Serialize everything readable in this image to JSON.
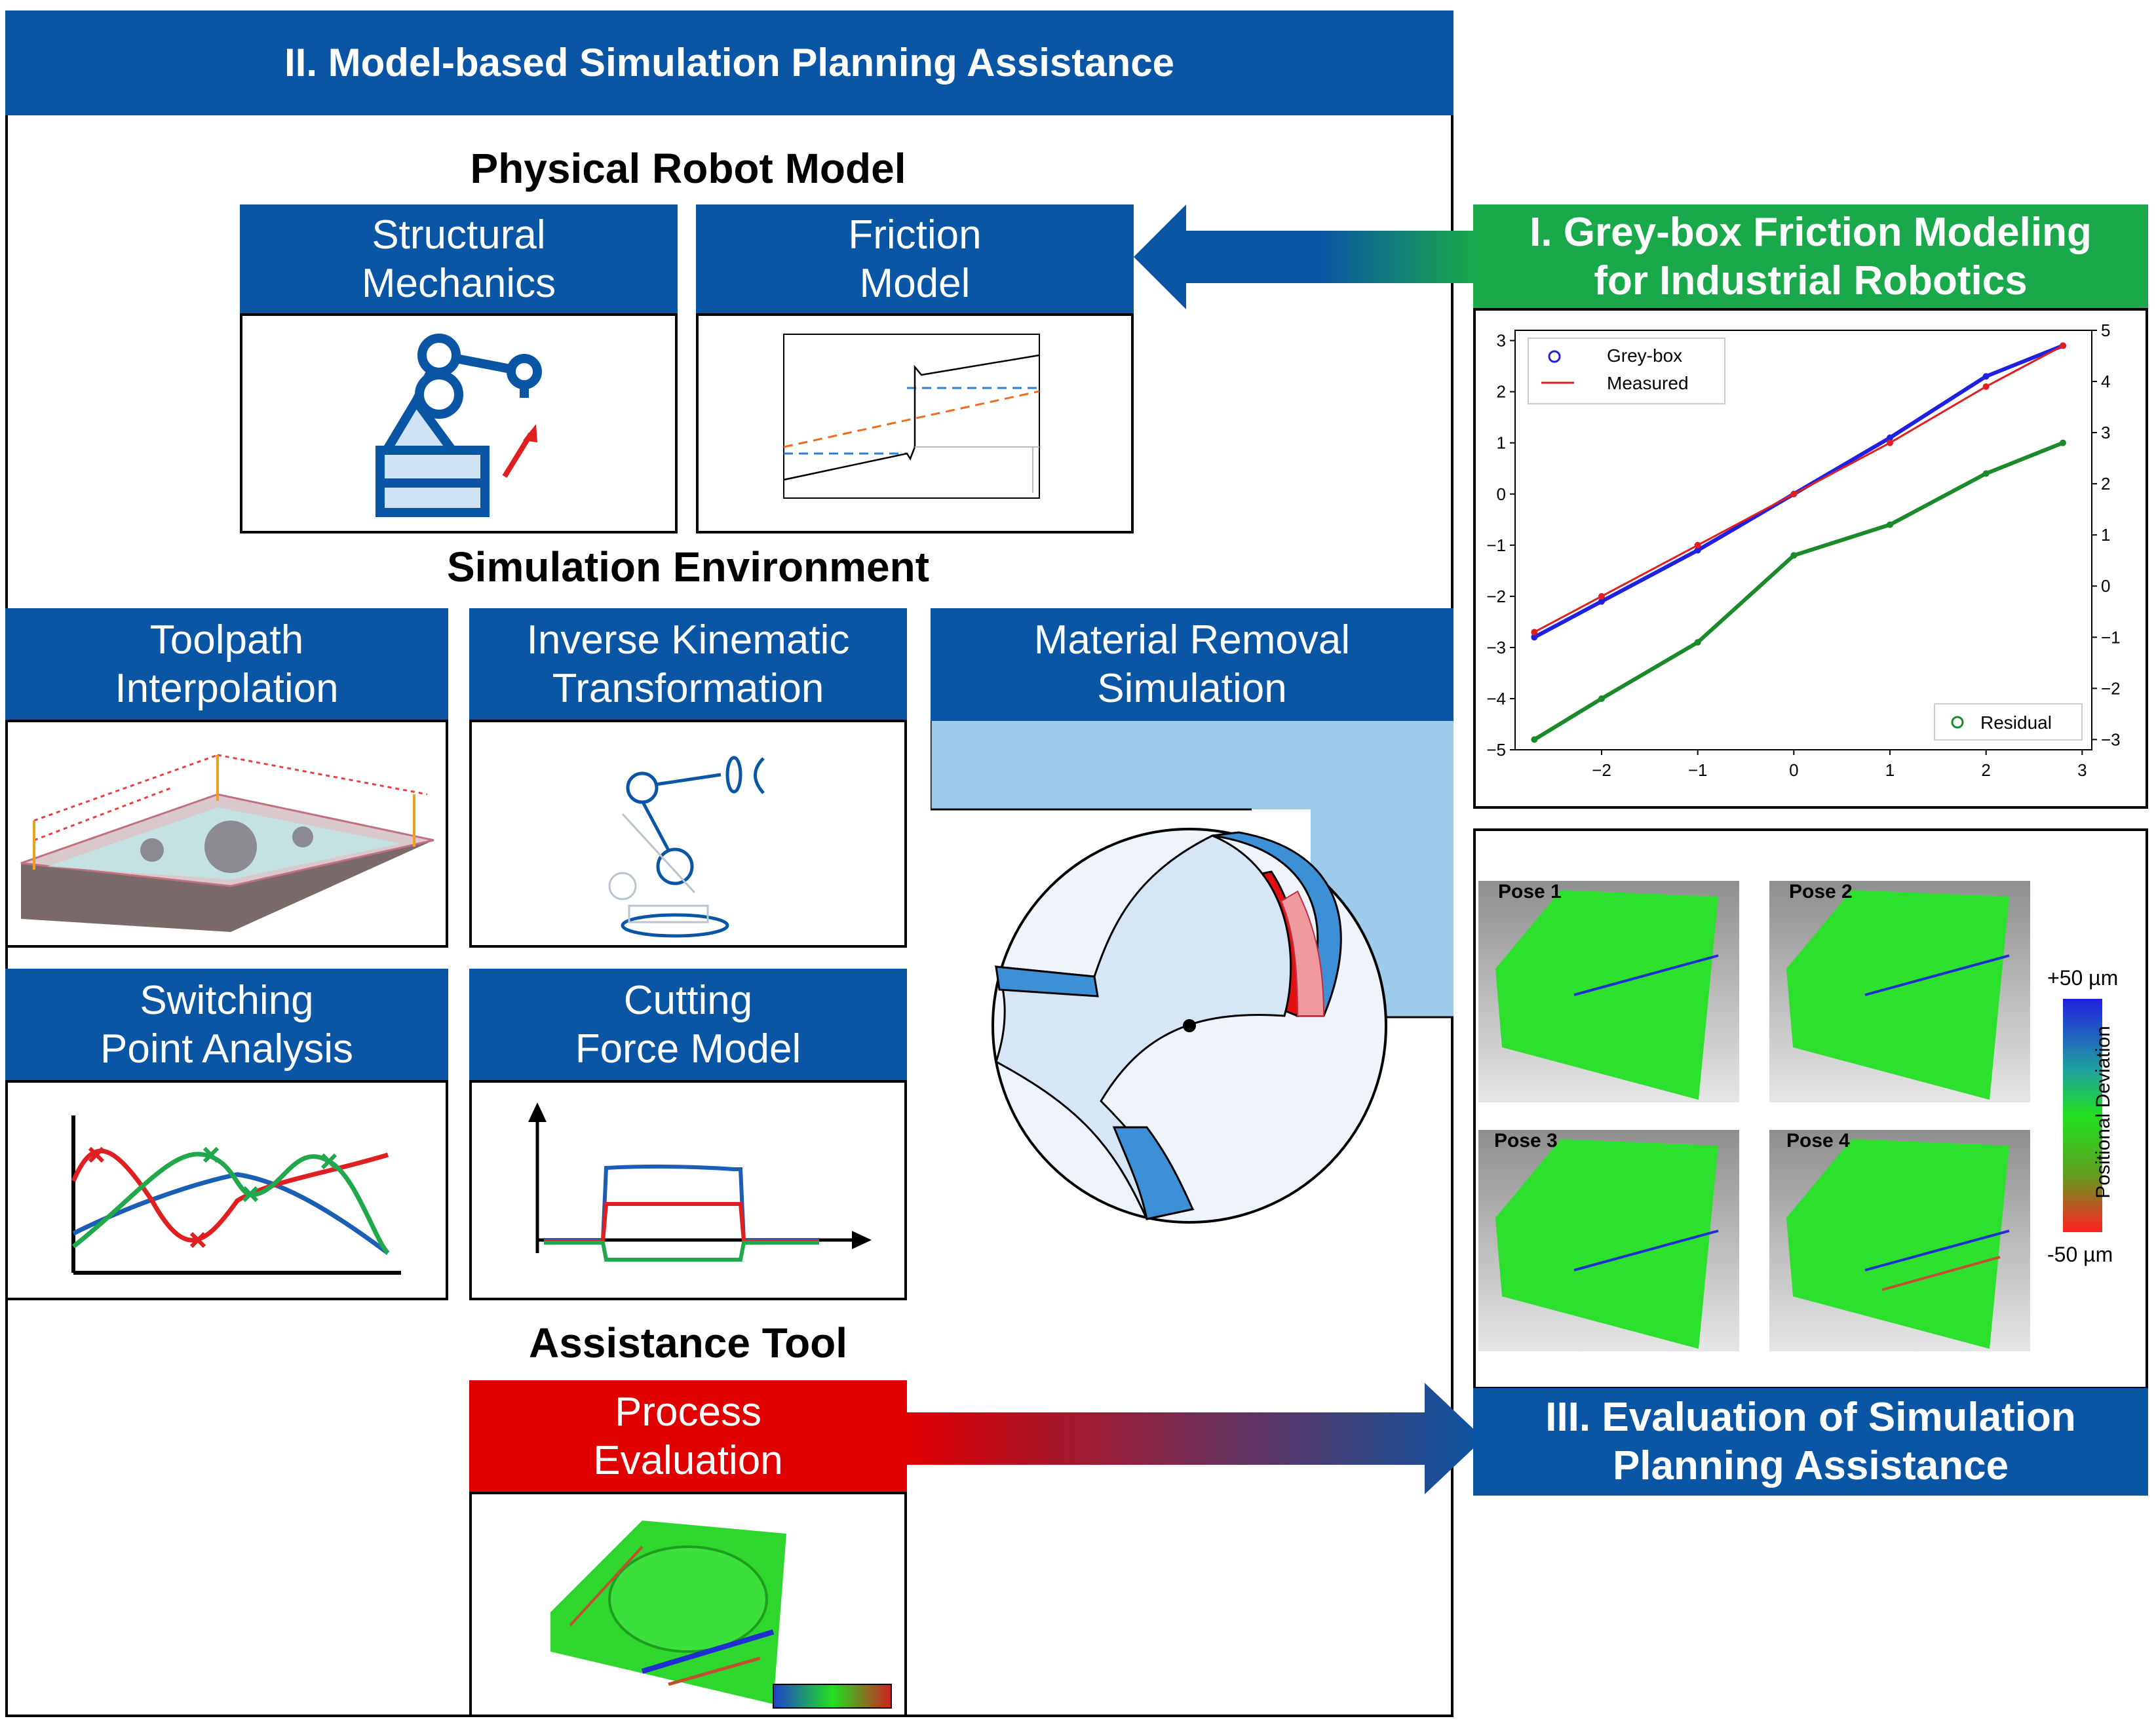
{
  "main_panel": {
    "title": "II. Model-based Simulation Planning Assistance",
    "physical_model_heading": "Physical Robot Model",
    "structural": "Structural\nMechanics",
    "friction": "Friction\nModel",
    "simulation_heading": "Simulation Environment",
    "toolpath": "Toolpath\nInterpolation",
    "inverse": "Inverse Kinematic\nTransformation",
    "material": "Material Removal\nSimulation",
    "switching": "Switching\nPoint Analysis",
    "cutting": "Cutting\nForce Model",
    "assistance_heading": "Assistance Tool",
    "process": "Process\nEvaluation"
  },
  "friction_panel": {
    "title": "I. Grey-box Friction Modeling\nfor Industrial Robotics"
  },
  "evaluation_panel": {
    "title": "III.  Evaluation of Simulation\nPlanning Assistance",
    "poses": [
      "Pose 1",
      "Pose 2",
      "Pose 3",
      "Pose 4"
    ],
    "colorbar_top": "+50 µm",
    "colorbar_bottom": "-50 µm",
    "colorbar_label": "Positional Deviation"
  },
  "colors": {
    "header_blue": "#0b56a4",
    "header_green": "#19a84a",
    "header_red": "#e00000",
    "greybox_blue": "#2020e0",
    "measured_red": "#e02020",
    "residual_green": "#1a8a2a"
  },
  "chart_data": {
    "type": "scatter",
    "x": [
      -2.7,
      -2,
      -1,
      0,
      1,
      2,
      2.8
    ],
    "xticks": [
      "−2",
      "−1",
      "0",
      "1",
      "2",
      "3"
    ],
    "yticks_left": [
      "3",
      "2",
      "1",
      "0",
      "−1",
      "−2",
      "−3",
      "−4",
      "−5"
    ],
    "yticks_right": [
      "5",
      "4",
      "3",
      "2",
      "1",
      "0",
      "−1",
      "−2",
      "−3"
    ],
    "xlim": [
      -2.9,
      3.1
    ],
    "ylim_left": [
      -5,
      3.2
    ],
    "ylim_right": [
      -3.2,
      5
    ],
    "series": [
      {
        "name": "Grey-box",
        "axis": "left",
        "values": [
          -2.8,
          -2.1,
          -1.1,
          0,
          1.1,
          2.3,
          2.9
        ]
      },
      {
        "name": "Measured",
        "axis": "left",
        "values": [
          -2.7,
          -2.0,
          -1.0,
          0,
          1.0,
          2.1,
          2.9
        ]
      },
      {
        "name": "Residual",
        "axis": "right",
        "values": [
          -3.0,
          -2.2,
          -1.1,
          0.6,
          1.2,
          2.2,
          2.8
        ]
      }
    ],
    "legend": [
      "Grey-box",
      "Measured",
      "Residual"
    ],
    "legend_placement": "top-left / bottom-right"
  }
}
